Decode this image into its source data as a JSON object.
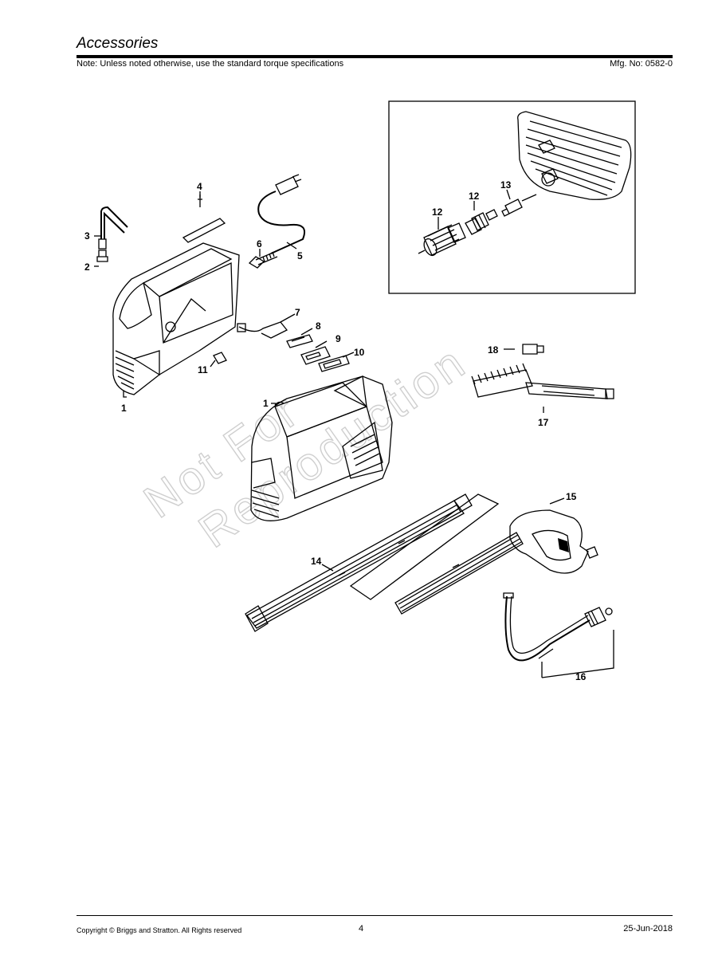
{
  "header": {
    "title": "Accessories",
    "note": "Note: Unless noted otherwise, use the standard torque specifications",
    "mfg": "Mfg. No: 0582-0"
  },
  "watermark": {
    "line1": "Not For",
    "line2": "Reproduction"
  },
  "callouts": {
    "c1a": "1",
    "c1b": "1",
    "c2": "2",
    "c3": "3",
    "c4": "4",
    "c5": "5",
    "c6": "6",
    "c7": "7",
    "c8": "8",
    "c9": "9",
    "c10": "10",
    "c11": "11",
    "c12a": "12",
    "c12b": "12",
    "c13": "13",
    "c14": "14",
    "c15": "15",
    "c16": "16",
    "c17": "17",
    "c18": "18"
  },
  "footer": {
    "copyright": "Copyright ©  Briggs and Stratton. All Rights reserved",
    "page": "4",
    "date": "25-Jun-2018"
  }
}
